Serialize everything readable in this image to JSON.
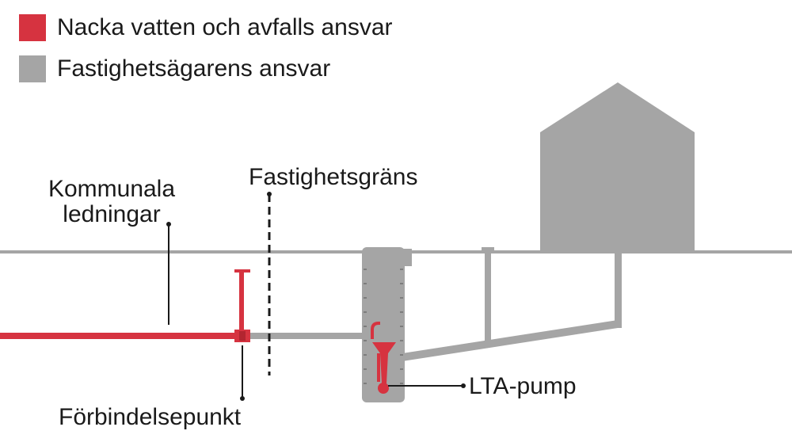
{
  "legend": {
    "municipal": {
      "label": "Nacka vatten och avfalls ansvar",
      "color": "#d63340"
    },
    "owner": {
      "label": "Fastighetsägarens ansvar",
      "color": "#a5a5a5"
    }
  },
  "labels": {
    "municipal_pipes_line1": "Kommunala",
    "municipal_pipes_line2": "ledningar",
    "property_boundary": "Fastighetsgräns",
    "connection_point": "Förbindelsepunkt",
    "lta_pump": "LTA-pump"
  },
  "colors": {
    "ink": "#1a1a1a",
    "ground": "#a5a5a5"
  }
}
